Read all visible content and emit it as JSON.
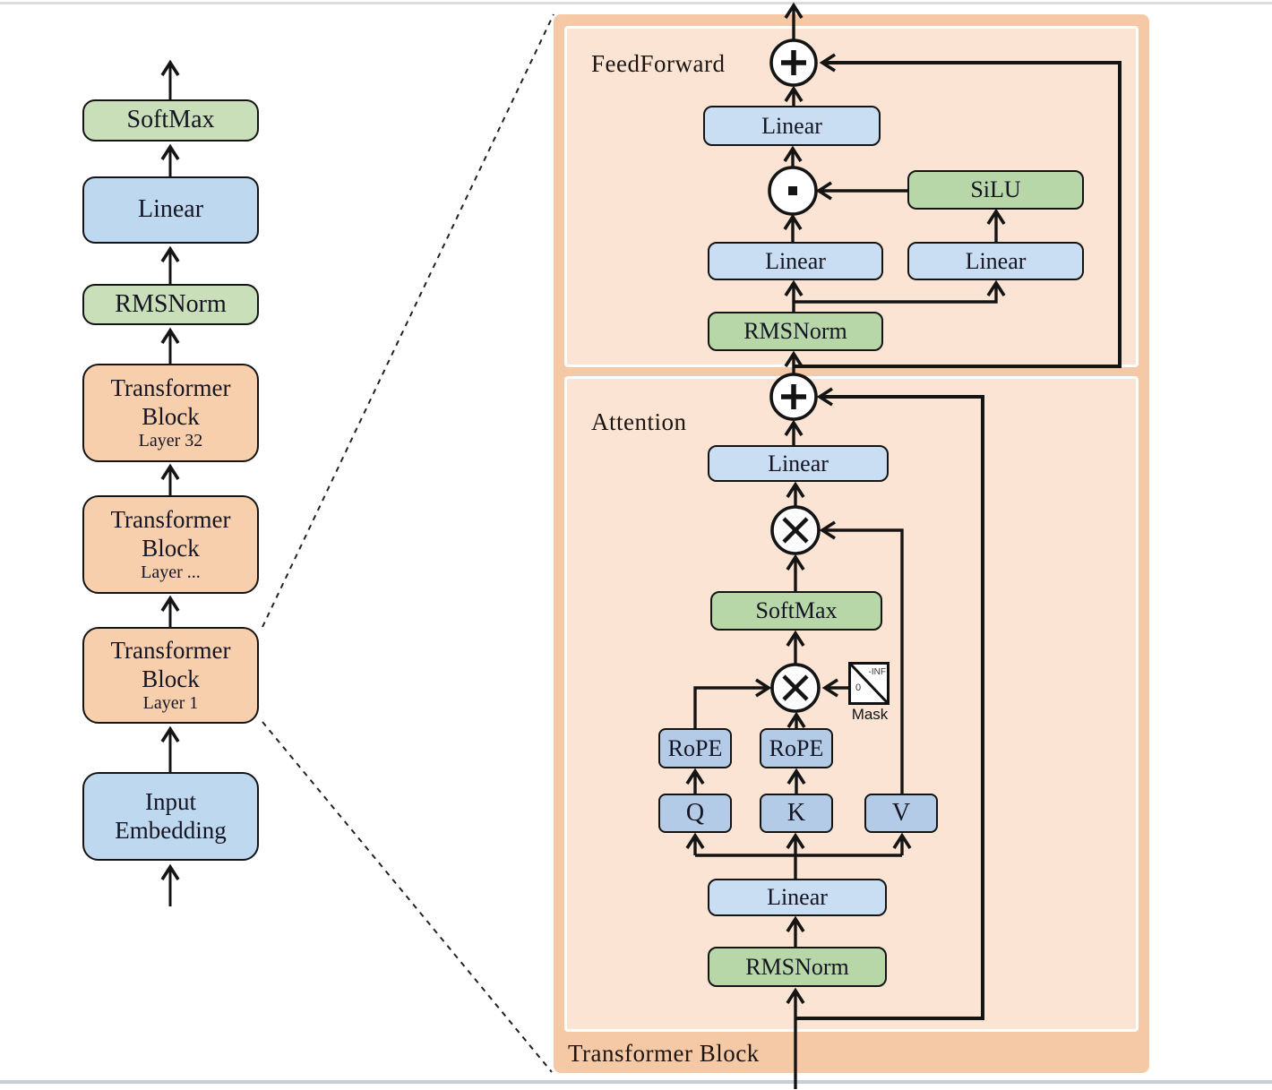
{
  "overview": {
    "blocks": {
      "softmax": {
        "label": "SoftMax"
      },
      "linear": {
        "label": "Linear"
      },
      "rmsnorm": {
        "label": "RMSNorm"
      },
      "tb32": {
        "line1": "Transformer",
        "line2": "Block",
        "line3": "Layer 32"
      },
      "tbmid": {
        "line1": "Transformer",
        "line2": "Block",
        "line3": "Layer ..."
      },
      "tb1": {
        "line1": "Transformer",
        "line2": "Block",
        "line3": "Layer 1"
      },
      "input": {
        "line1": "Input",
        "line2": "Embedding"
      }
    }
  },
  "detail": {
    "container_label": "Transformer Block",
    "feedforward": {
      "title": "FeedForward",
      "linear_out": "Linear",
      "silu": "SiLU",
      "linear_gate": "Linear",
      "linear_up": "Linear",
      "rmsnorm": "RMSNorm"
    },
    "attention": {
      "title": "Attention",
      "linear_out": "Linear",
      "softmax": "SoftMax",
      "rope_q": "RoPE",
      "rope_k": "RoPE",
      "q": "Q",
      "k": "K",
      "v": "V",
      "mask_label": "Mask",
      "mask_neg_inf": "-INF",
      "mask_zero": "0",
      "linear_in": "Linear",
      "rmsnorm": "RMSNorm"
    }
  },
  "icons": {
    "add_operator": "plus-in-circle",
    "matmul_operator": "x-in-circle",
    "elementwise_product_operator": "dot-in-circle",
    "mask_icon": "diagonal-split-square"
  },
  "colors": {
    "overview_green": "#c9dfba",
    "overview_blue": "#bed8ef",
    "overview_orange": "#f8cfad",
    "container_orange": "#f5c9a5",
    "panel_inner_orange": "#fbe4d3",
    "detail_green": "#b7d7a8",
    "detail_blue": "#c9def2",
    "qkv_blue": "#b4cbe8",
    "line_black": "#141414"
  }
}
